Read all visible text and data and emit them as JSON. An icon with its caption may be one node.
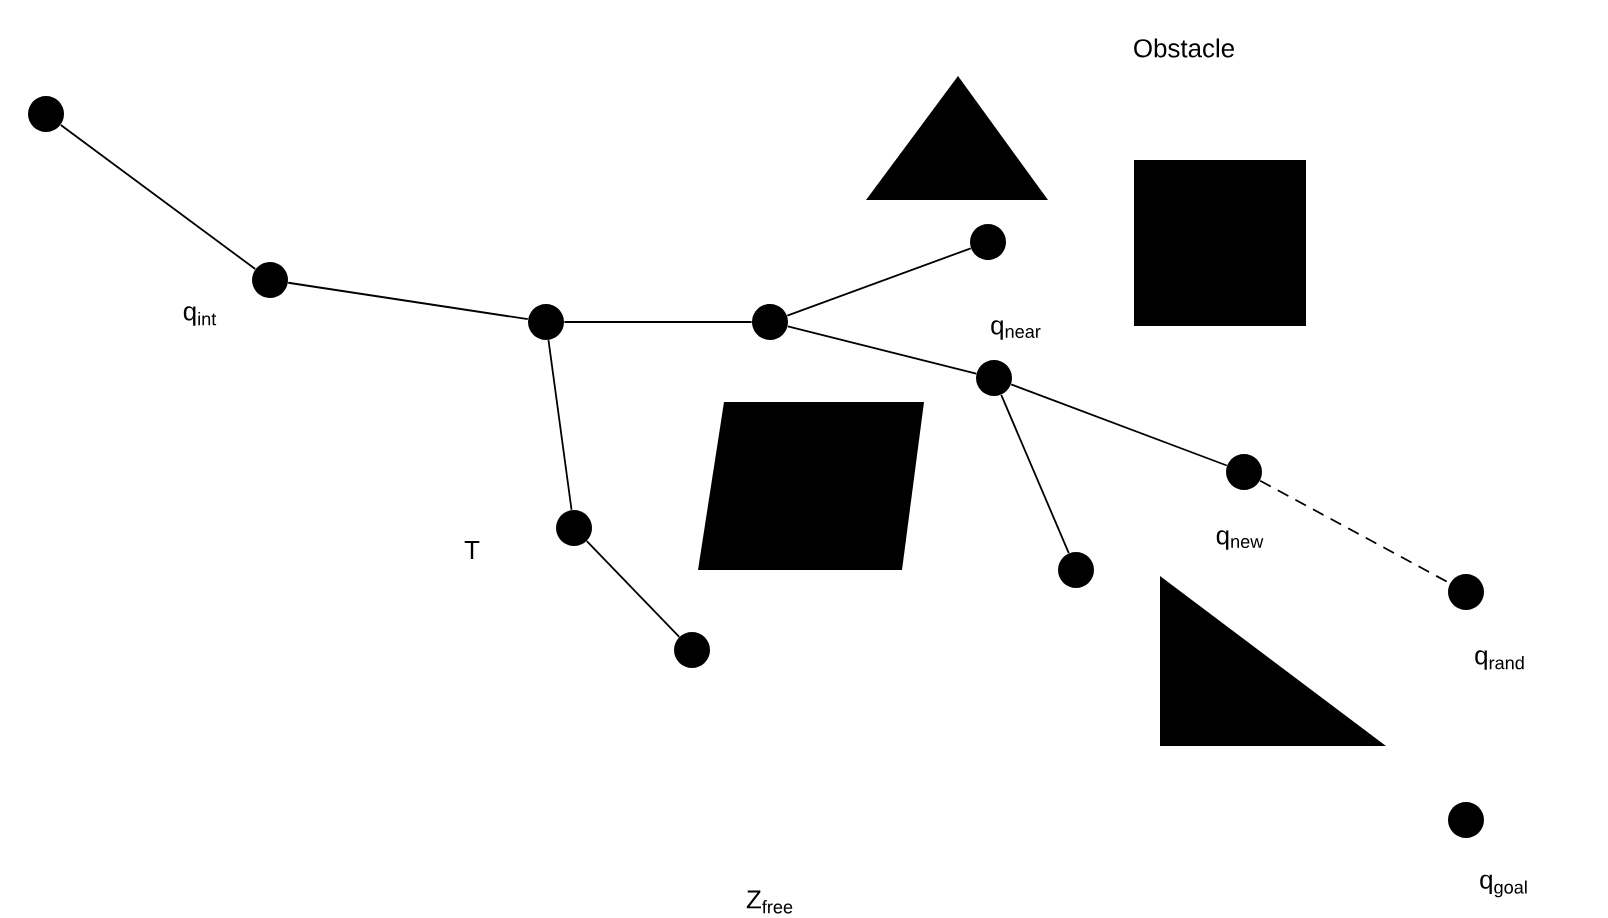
{
  "diagram": {
    "nodes": [
      {
        "text": [],
        "shape": "circle"
      },
      {
        "text": [],
        "shape": "circle",
        "beside": [
          "q$_{int}$"
        ]
      },
      {
        "text": [],
        "shape": "circle"
      },
      {
        "text": [],
        "shape": "circle"
      },
      {
        "text": [],
        "shape": "circle"
      },
      {
        "text": [],
        "shape": "circle",
        "beside": [
          "q$_{near}$"
        ]
      },
      {
        "text": [],
        "shape": "circle"
      },
      {
        "text": [],
        "shape": "circle"
      },
      {
        "text": [],
        "shape": "circle"
      },
      {
        "text": [],
        "shape": "circle",
        "beside": [
          "q$_{new}$"
        ]
      },
      {
        "text": [],
        "shape": "circle",
        "beside": [
          "q$_{rand}$"
        ]
      },
      {
        "text": [],
        "shape": "circle",
        "beside": [
          "q$_{goal}$"
        ]
      },
      {
        "text": [],
        "shape": "triangle"
      },
      {
        "text": [],
        "shape": "parallelogram"
      },
      {
        "text": [],
        "shape": "triangle"
      },
      {
        "text": [],
        "shape": "box"
      }
    ],
    "edges": [
      {
        "from": 0,
        "to": 1,
        "arrow": "none"
      },
      {
        "from": 1,
        "to": 2,
        "arrow": "none"
      },
      {
        "from": 2,
        "to": 3,
        "arrow": "none"
      },
      {
        "from": 3,
        "to": 4,
        "arrow": "none"
      },
      {
        "from": 3,
        "to": 5,
        "arrow": "none"
      },
      {
        "from": 2,
        "to": 6,
        "arrow": "none"
      },
      {
        "from": 6,
        "to": 7,
        "arrow": "none"
      },
      {
        "from": 5,
        "to": 8,
        "arrow": "none"
      },
      {
        "from": 5,
        "to": 9,
        "arrow": "none"
      },
      {
        "from": 9,
        "to": 10,
        "arrow": "none",
        "style": "dashed"
      }
    ],
    "labels": [
      "Obstacle",
      "T",
      "Z$_{free}$"
    ]
  }
}
